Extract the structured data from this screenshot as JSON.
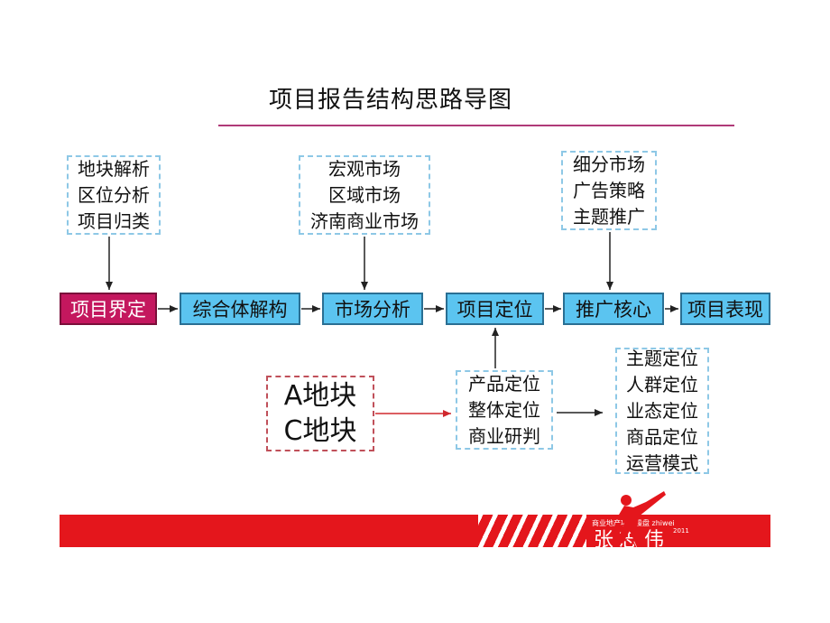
{
  "title": "项目报告结构思路导图",
  "notes": {
    "left": [
      "地块解析",
      "区位分析",
      "项目归类"
    ],
    "middle": [
      "宏观市场",
      "区域市场",
      "济南商业市场"
    ],
    "right": [
      "细分市场",
      "广告策略",
      "主题推广"
    ]
  },
  "flow": [
    "项目界定",
    "综合体解构",
    "市场分析",
    "项目定位",
    "推广核心",
    "项目表现"
  ],
  "sites": [
    "A地块",
    "C地块"
  ],
  "product_box": [
    "产品定位",
    "整体定位",
    "商业研判"
  ],
  "positioning_box": [
    "主题定位",
    "人群定位",
    "业态定位",
    "商品定位",
    "运营模式"
  ],
  "banner": {
    "small_text": "商业地产项目操盘 zhiwei",
    "year": "2011",
    "name": "张志伟"
  },
  "colors": {
    "step_fill": "#5bc4f0",
    "step_first_fill": "#c4175e",
    "note_border": "#8ec8e6",
    "site_border": "#c0505a",
    "banner_red": "#e4161c",
    "title_rule": "#b03a78"
  }
}
